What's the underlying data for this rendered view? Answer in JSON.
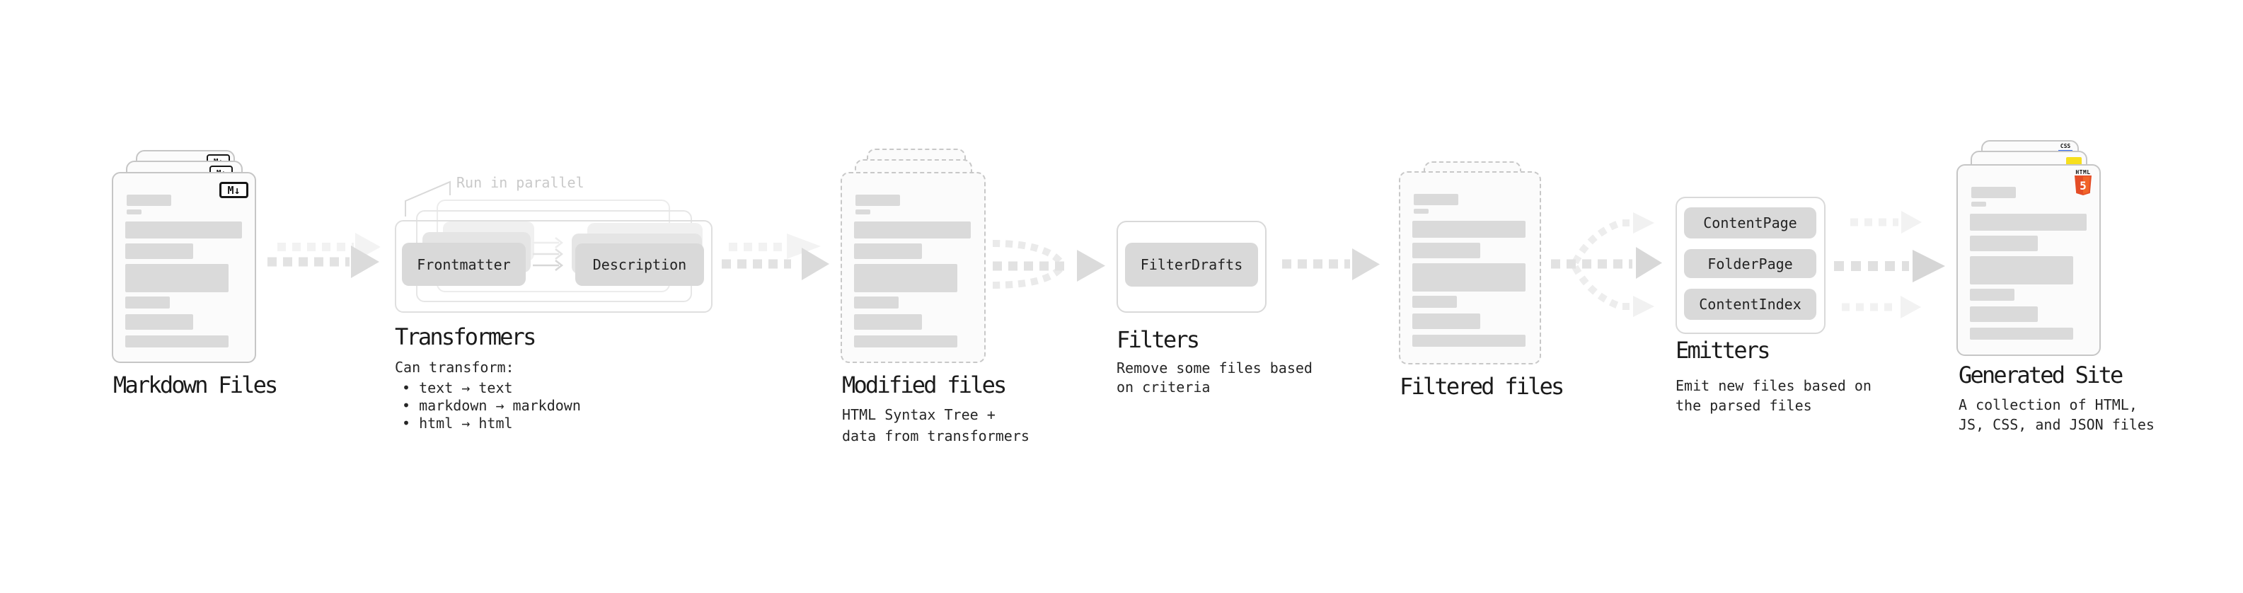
{
  "colors": {
    "background": "#ffffff",
    "card_border": "#c6c6c6",
    "placeholder_bar": "#dadada",
    "node_button": "#d9d9d9",
    "arrow_main": "#e2e2e2",
    "arrow_faint": "#f1f1f1",
    "annotation_gray": "#c9c9c9",
    "html5_orange": "#e44d26",
    "html5_orange_light": "#f16529",
    "js_yellow": "#f7df1e",
    "css_blue": "#2e65f0",
    "text_dark": "#1b1b1b"
  },
  "stages": {
    "markdown": {
      "label": "Markdown Files",
      "badge": "M↓"
    },
    "transformers": {
      "label": "Transformers",
      "annotation": "Run in parallel",
      "nodes": [
        "Frontmatter",
        "Description"
      ],
      "desc_title": "Can transform:",
      "bullets": [
        "• text → text",
        "• markdown → markdown",
        "• html → html"
      ]
    },
    "modified": {
      "label": "Modified files",
      "desc": "HTML Syntax Tree +\ndata from transformers"
    },
    "filters": {
      "label": "Filters",
      "nodes": [
        "FilterDrafts"
      ],
      "desc": "Remove some files based\non criteria"
    },
    "filtered": {
      "label": "Filtered files"
    },
    "emitters": {
      "label": "Emitters",
      "nodes": [
        "ContentPage",
        "FolderPage",
        "ContentIndex"
      ],
      "desc": "Emit new files based on\nthe parsed files"
    },
    "generated": {
      "label": "Generated Site",
      "desc": "A collection of HTML,\nJS, CSS, and JSON files",
      "html5_word": "HTML",
      "html5_number": "5",
      "css_word": "CSS"
    }
  }
}
